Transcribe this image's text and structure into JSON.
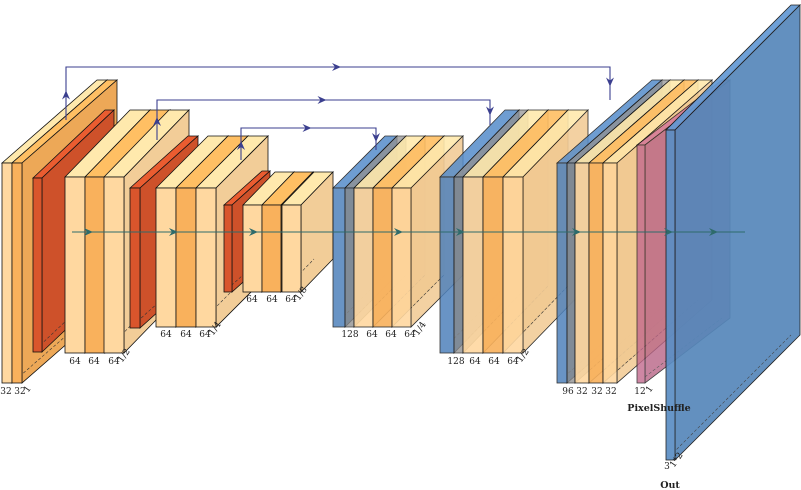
{
  "encoder": [
    {
      "channels": [
        "32",
        "32"
      ],
      "size": "1"
    },
    {
      "channels": [
        "64",
        "64",
        "64"
      ],
      "size": "1/2"
    },
    {
      "channels": [
        "64",
        "64",
        "64"
      ],
      "size": "1/4"
    },
    {
      "channels": [
        "64",
        "64",
        "64"
      ],
      "size": "1/8"
    }
  ],
  "decoder": [
    {
      "channels": [
        "128",
        "64",
        "64",
        "64"
      ],
      "size": "1/4"
    },
    {
      "channels": [
        "128",
        "64",
        "64",
        "64"
      ],
      "size": "1/2"
    },
    {
      "channels": [
        "96",
        "32",
        "32",
        "32"
      ],
      "size": ""
    }
  ],
  "pixelshuffle": {
    "channels": "12",
    "size": "1",
    "caption": "PixelShuffle"
  },
  "output": {
    "channels": "3",
    "size": "1*2",
    "caption": "Out"
  },
  "colors": {
    "conv": "#FFD8A0",
    "conv_relu": "#F9B15C",
    "pool": "#D9552C",
    "unpool": "#4F82BC",
    "concat_gray": "#8A8A8A",
    "pixelshuffle": "#C36A8E",
    "output": "#5B8EC4",
    "connection": "#3B3F8F",
    "flow": "#2E6B6B"
  }
}
